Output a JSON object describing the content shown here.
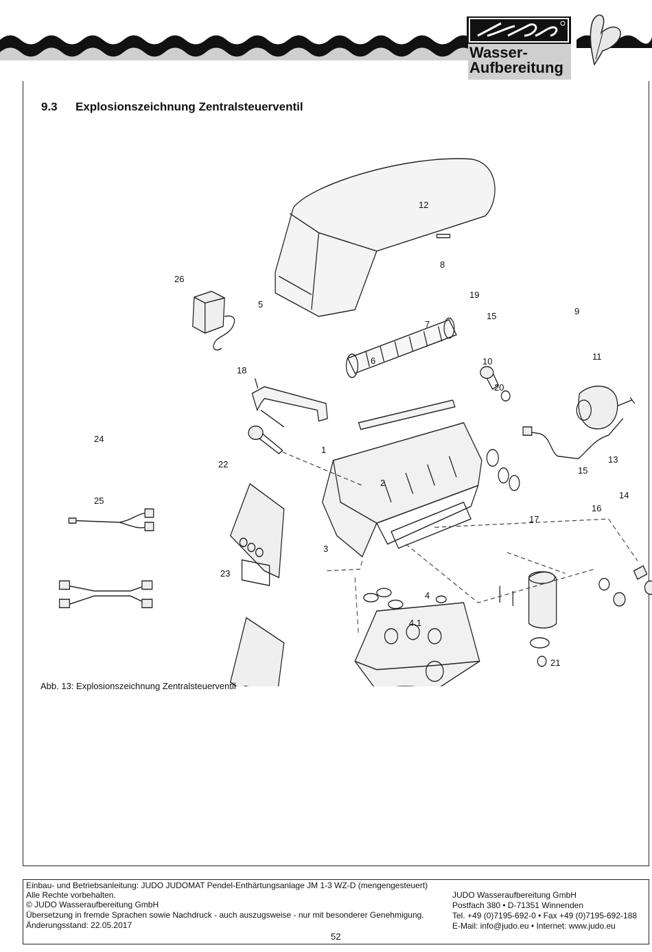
{
  "header": {
    "logo_text": "judo",
    "brand_line1": "Wasser-",
    "brand_line2": "Aufbereitung",
    "logo_color": "#111111",
    "brand_bg": "#cfcfcf"
  },
  "section": {
    "number": "9.3",
    "title": "Explosionszeichnung Zentralsteuerventil"
  },
  "drawing": {
    "callouts": [
      "12",
      "26",
      "8",
      "19",
      "5",
      "15",
      "9",
      "7",
      "6",
      "10",
      "11",
      "18",
      "20",
      "24",
      "1",
      "13",
      "22",
      "15",
      "2",
      "14",
      "25",
      "16",
      "17",
      "3",
      "23",
      "4",
      "4.1",
      "21"
    ]
  },
  "caption": "Abb. 13: Explosionszeichnung Zentralsteuerventil",
  "footer": {
    "left": [
      "Einbau- und Betriebsanleitung: JUDO JUDOMAT Pendel-Enthärtungsanlage JM 1-3 WZ-D (mengengesteuert)",
      "Alle Rechte vorbehalten.",
      "© JUDO Wasseraufbereitung GmbH",
      "Übersetzung in fremde Sprachen sowie Nachdruck - auch auszugsweise - nur mit besonderer Genehmigung.",
      "Änderungsstand: 22.05.2017"
    ],
    "right": [
      "JUDO Wasseraufbereitung GmbH",
      "Postfach 380 • D-71351 Winnenden",
      "Tel. +49 (0)7195-692-0 • Fax +49 (0)7195-692-188",
      "E-Mail: info@judo.eu • Internet: www.judo.eu"
    ],
    "page_number": "52"
  }
}
